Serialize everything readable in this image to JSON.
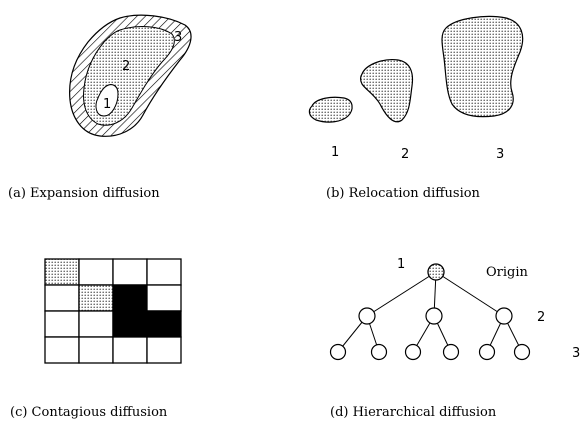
{
  "panels": {
    "expansion": {
      "caption": "(a) Expansion diffusion",
      "zone_labels": [
        "1",
        "2",
        "3"
      ]
    },
    "relocation": {
      "caption": "(b) Relocation diffusion",
      "stage_labels": [
        "1",
        "2",
        "3"
      ]
    },
    "contagious": {
      "caption": "(c) Contagious diffusion",
      "grid": {
        "columns": 4,
        "rows": 4,
        "cells": [
          [
            "dotted",
            "empty",
            "empty",
            "empty"
          ],
          [
            "empty",
            "dotted",
            "black",
            "empty"
          ],
          [
            "empty",
            "empty",
            "black",
            "black"
          ],
          [
            "empty",
            "empty",
            "empty",
            "empty"
          ]
        ]
      }
    },
    "hierarchical": {
      "caption": "(d) Hierarchical diffusion",
      "origin_label": "Origin",
      "level_labels": [
        "1",
        "2",
        "3"
      ]
    }
  },
  "colors": {
    "stroke": "#000000",
    "dot_fill": "#cfcfcf",
    "solid_fill": "#000000",
    "background": "#ffffff"
  }
}
